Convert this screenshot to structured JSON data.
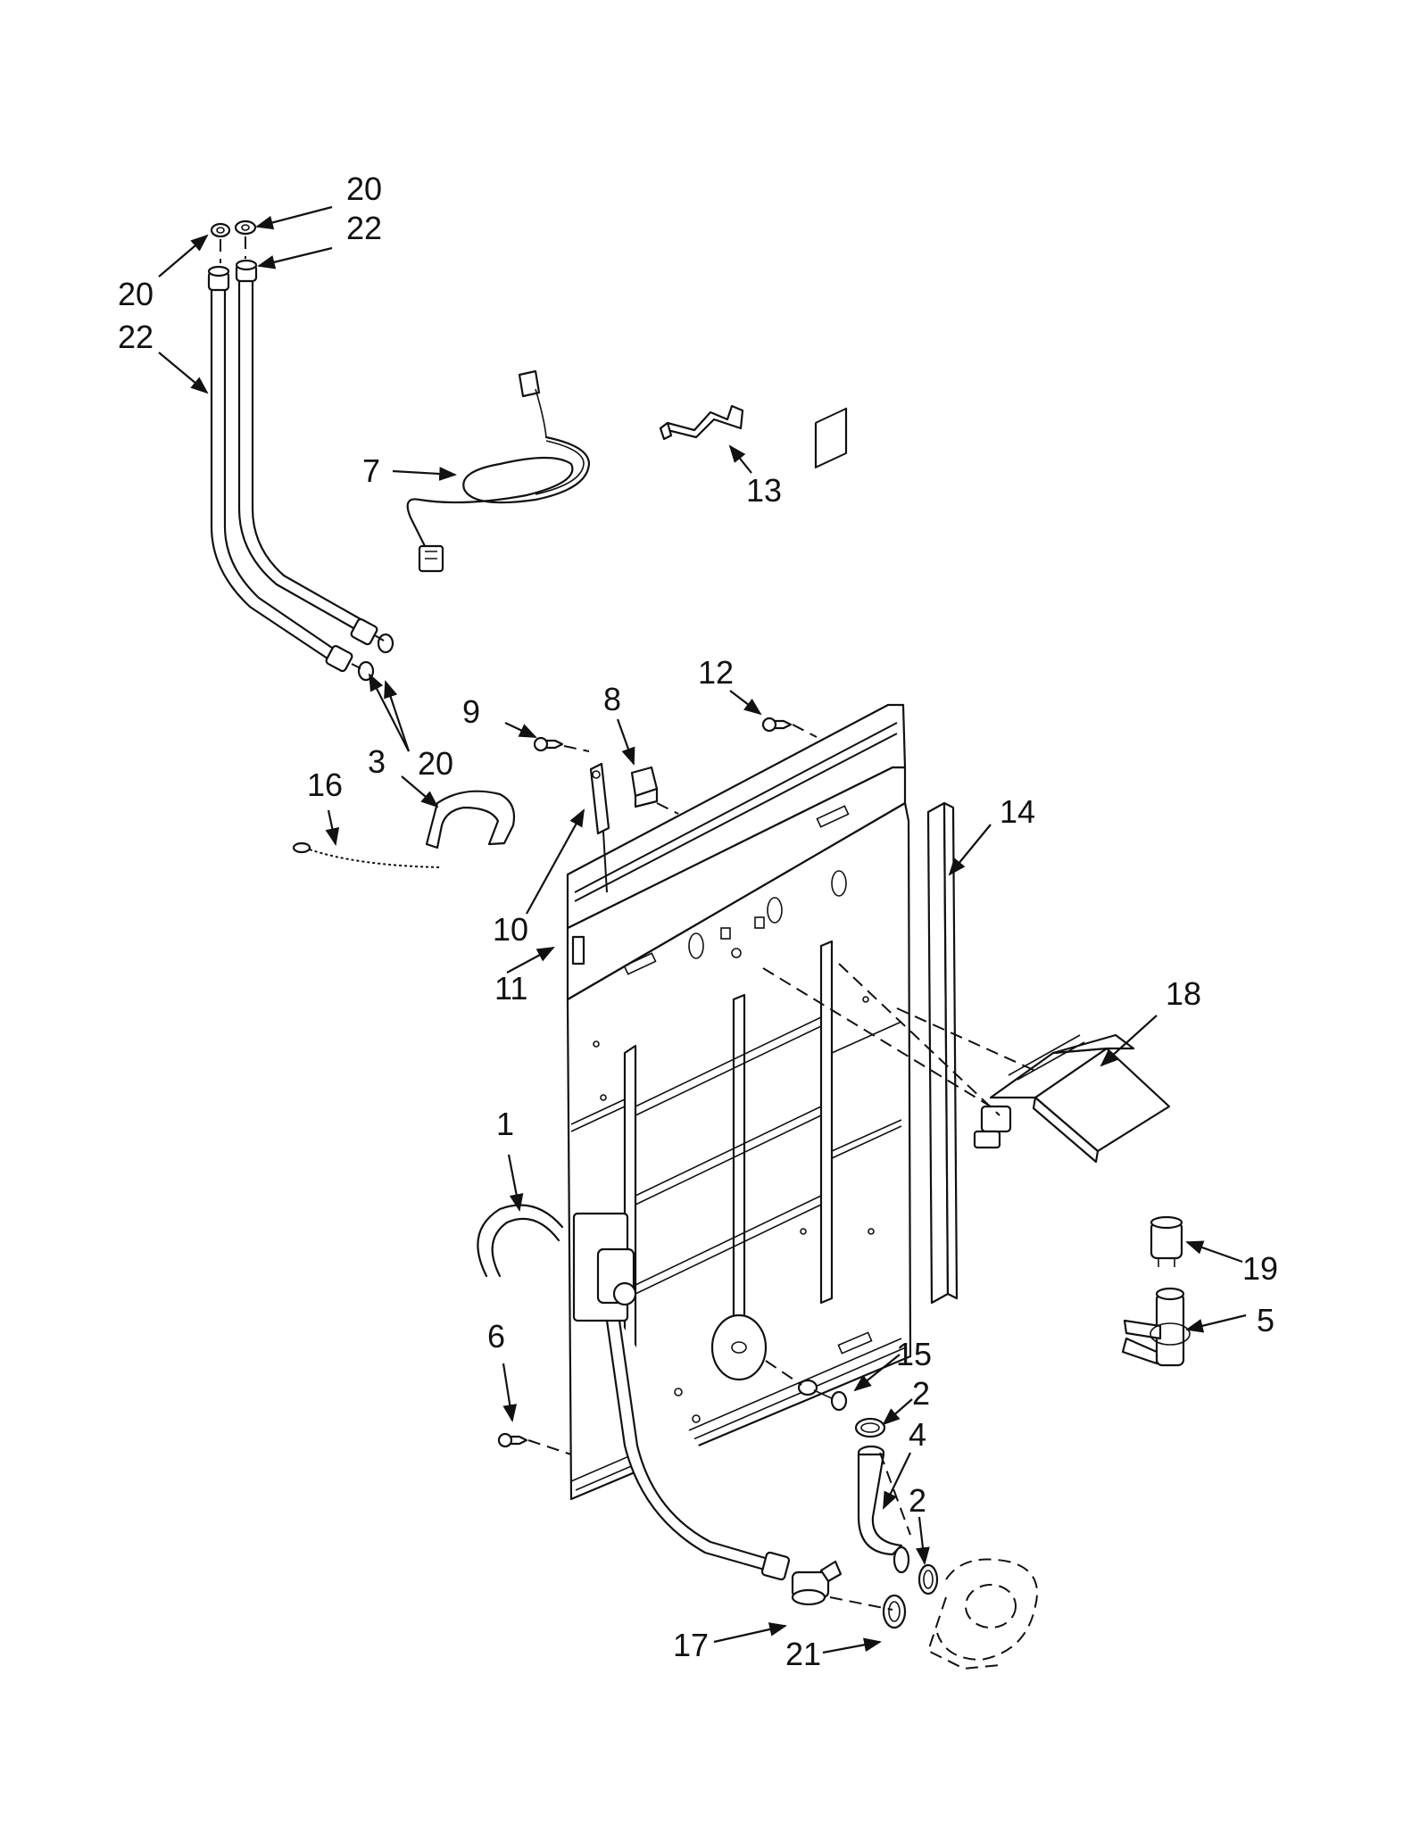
{
  "diagram": {
    "callouts": [
      {
        "id": "c20a",
        "label": "20"
      },
      {
        "id": "c22a",
        "label": "22"
      },
      {
        "id": "c20b",
        "label": "20"
      },
      {
        "id": "c22b",
        "label": "22"
      },
      {
        "id": "c7",
        "label": "7"
      },
      {
        "id": "c13",
        "label": "13"
      },
      {
        "id": "c12",
        "label": "12"
      },
      {
        "id": "c9",
        "label": "9"
      },
      {
        "id": "c8",
        "label": "8"
      },
      {
        "id": "c3",
        "label": "3"
      },
      {
        "id": "c20c",
        "label": "20"
      },
      {
        "id": "c16",
        "label": "16"
      },
      {
        "id": "c14",
        "label": "14"
      },
      {
        "id": "c10",
        "label": "10"
      },
      {
        "id": "c11",
        "label": "11"
      },
      {
        "id": "c18",
        "label": "18"
      },
      {
        "id": "c1",
        "label": "1"
      },
      {
        "id": "c19",
        "label": "19"
      },
      {
        "id": "c5",
        "label": "5"
      },
      {
        "id": "c6",
        "label": "6"
      },
      {
        "id": "c15",
        "label": "15"
      },
      {
        "id": "c2a",
        "label": "2"
      },
      {
        "id": "c4",
        "label": "4"
      },
      {
        "id": "c2b",
        "label": "2"
      },
      {
        "id": "c17",
        "label": "17"
      },
      {
        "id": "c21",
        "label": "21"
      }
    ]
  },
  "colors": {
    "line": "#111111",
    "background": "#ffffff"
  }
}
